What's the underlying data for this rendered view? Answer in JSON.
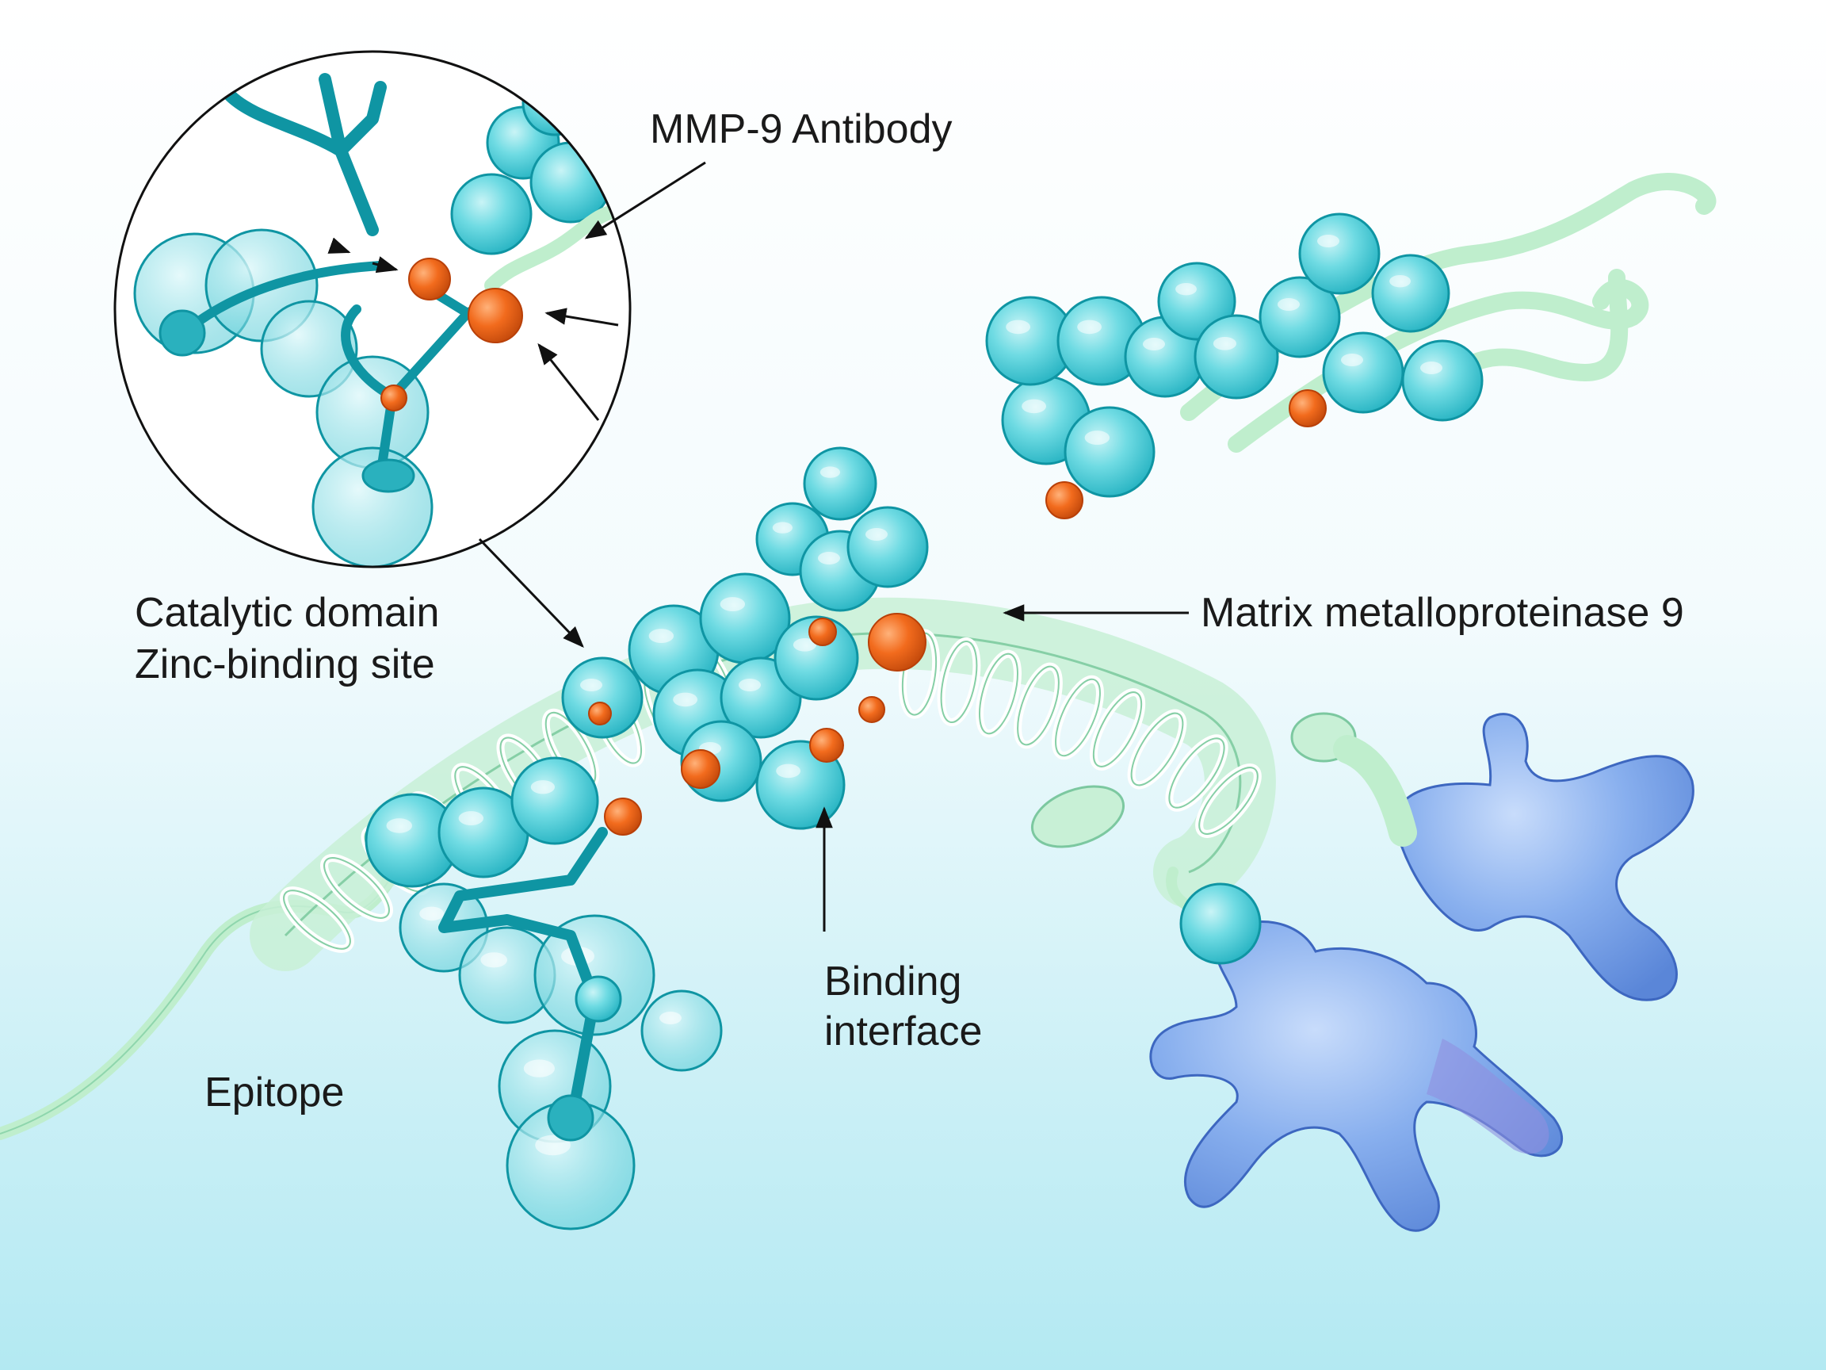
{
  "labels": {
    "antibody": "MMP-9 Antibody",
    "catalytic_line1": "Catalytic domain",
    "catalytic_line2": "Zinc-binding site",
    "mmp9": "Matrix metalloproteinase 9",
    "binding_line1": "Binding",
    "binding_line2": "interface",
    "epitope": "Epitope"
  },
  "colors": {
    "background_top": "#ffffff",
    "background_bottom": "#b3e9f2",
    "sphere": "#5ed3dc",
    "sphere_outline": "#0f95a3",
    "coil": "#bfeecd",
    "coil_outline": "#7cc8a0",
    "zinc": "#f06a1d",
    "antibody_blue": "#7fa7ec"
  }
}
